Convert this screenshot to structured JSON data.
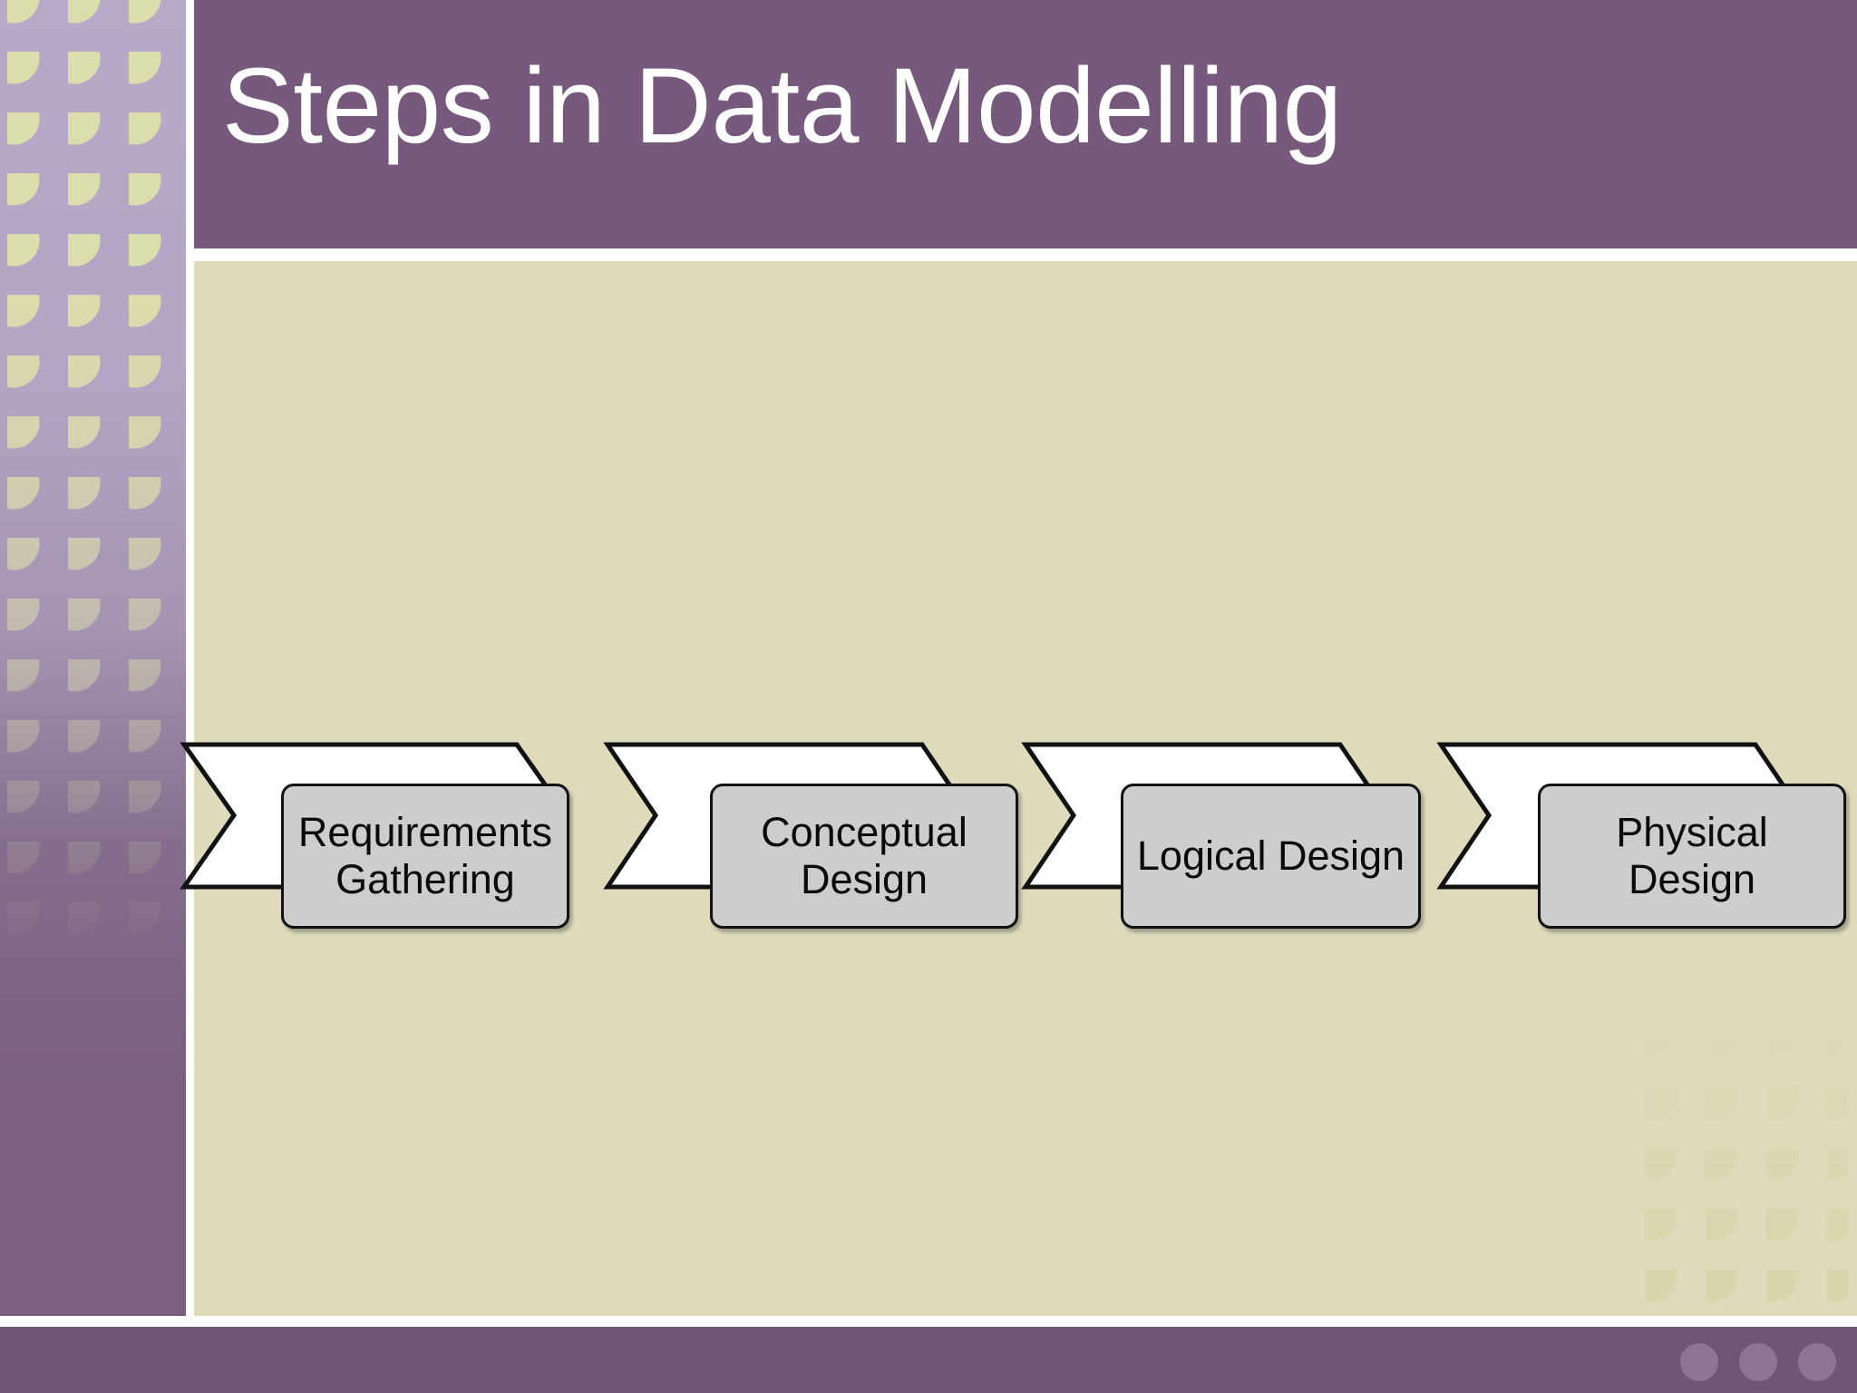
{
  "slide": {
    "title": "Steps in Data Modelling",
    "colors": {
      "header_purple": "#76597C",
      "body_cream": "#DEDBBD",
      "sidebar_purple": "#7A5F80",
      "sidebar_dot": "#DFE0AB",
      "bottom_band": "#6F5677",
      "bottom_dot": "#8D7694",
      "chevron_fill": "#FFFFFF",
      "box_fill": "#CDCDCD",
      "outline": "#111111",
      "text": "#0A0A0A",
      "title_text": "#FFFFFF"
    }
  },
  "diagram": {
    "type": "process-chevron-sequence",
    "steps": [
      {
        "index": 1,
        "label": "Requirements\nGathering",
        "line1": "Requirements",
        "line2": "Gathering"
      },
      {
        "index": 2,
        "label": "Conceptual\nDesign",
        "line1": "Conceptual",
        "line2": "Design"
      },
      {
        "index": 3,
        "label": "Logical Design",
        "line1": "Logical Design",
        "line2": ""
      },
      {
        "index": 4,
        "label": "Physical\nDesign",
        "line1": "Physical",
        "line2": "Design"
      }
    ]
  },
  "decor": {
    "sidebar_dot_columns": 3,
    "bottom_dot_count": 3
  }
}
